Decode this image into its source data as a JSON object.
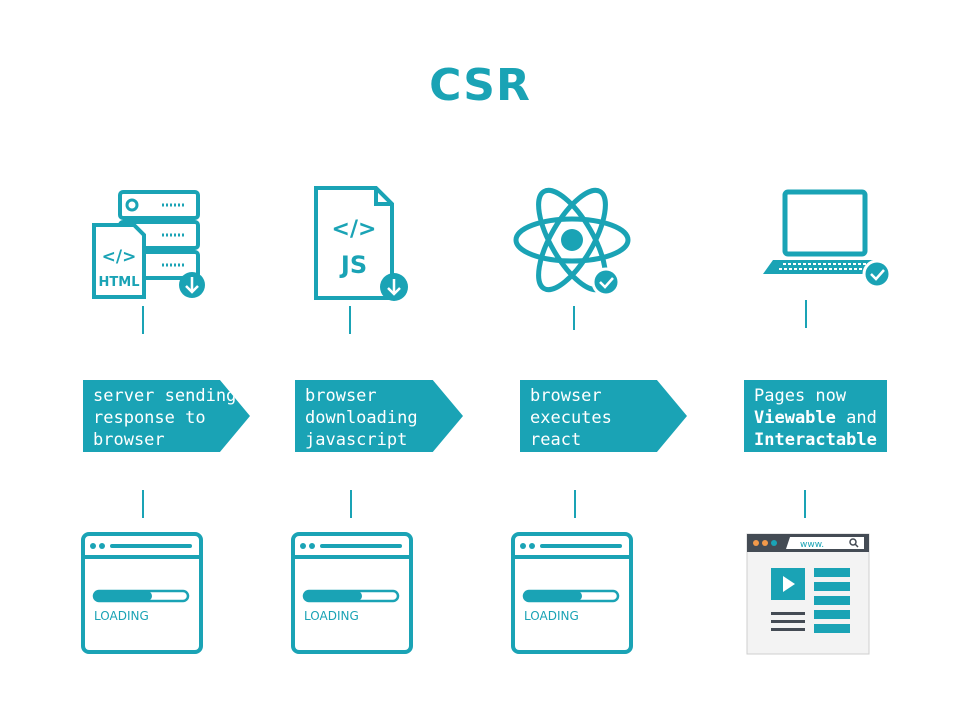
{
  "title": "CSR",
  "colors": {
    "accent": "#1aa3b5",
    "text_on_accent": "#ffffff",
    "orange_dot": "#f2994a"
  },
  "steps": [
    {
      "icon": "server-html-download-icon",
      "lines": [
        "server sending",
        "response to",
        "browser"
      ],
      "bottom": {
        "icon": "browser-loading-icon",
        "label": "LOADING"
      },
      "badges": {
        "html": "HTML",
        "code": "</>"
      }
    },
    {
      "icon": "js-file-download-icon",
      "lines": [
        "browser",
        "downloading",
        "javascript"
      ],
      "bottom": {
        "icon": "browser-loading-icon",
        "label": "LOADING"
      },
      "badges": {
        "code": "</>",
        "js": "JS"
      }
    },
    {
      "icon": "react-atom-check-icon",
      "lines": [
        "browser",
        "executes",
        "react"
      ],
      "bottom": {
        "icon": "browser-loading-icon",
        "label": "LOADING"
      }
    },
    {
      "icon": "laptop-check-icon",
      "line1": "Pages now",
      "line2_bold": "Viewable",
      "line2_rest": " and",
      "line3_bold": "Interactable",
      "bottom": {
        "icon": "browser-video-page-icon",
        "url": "www."
      }
    }
  ]
}
